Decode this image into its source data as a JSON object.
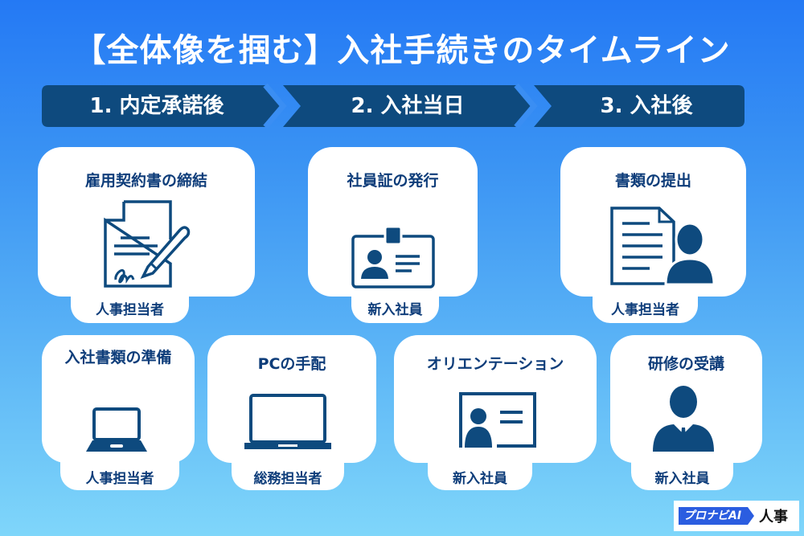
{
  "title": "【全体像を掴む】入社手続きのタイムライン",
  "colors": {
    "navy": "#0e4a7e",
    "text": "#0e3d7a",
    "brand": "#2b5de0"
  },
  "phases": [
    {
      "label": "1. 内定承諾後"
    },
    {
      "label": "2. 入社当日"
    },
    {
      "label": "3. 入社後"
    }
  ],
  "tasks": [
    {
      "title": "雇用契約書の締結",
      "owner": "人事担当者",
      "icon": "contract-signing-icon"
    },
    {
      "title": "社員証の発行",
      "owner": "新入社員",
      "icon": "id-badge-icon"
    },
    {
      "title": "書類の提出",
      "owner": "人事担当者",
      "icon": "document-person-icon"
    },
    {
      "title": "入社書類の準備",
      "owner": "人事担当者",
      "icon": "laptop-icon"
    },
    {
      "title": "PCの手配",
      "owner": "総務担当者",
      "icon": "laptop-icon"
    },
    {
      "title": "オリエンテーション",
      "owner": "新入社員",
      "icon": "presentation-board-icon"
    },
    {
      "title": "研修の受講",
      "owner": "新入社員",
      "icon": "businessperson-icon"
    }
  ],
  "brand": {
    "tag": "プロナビAI",
    "text": "人事"
  }
}
